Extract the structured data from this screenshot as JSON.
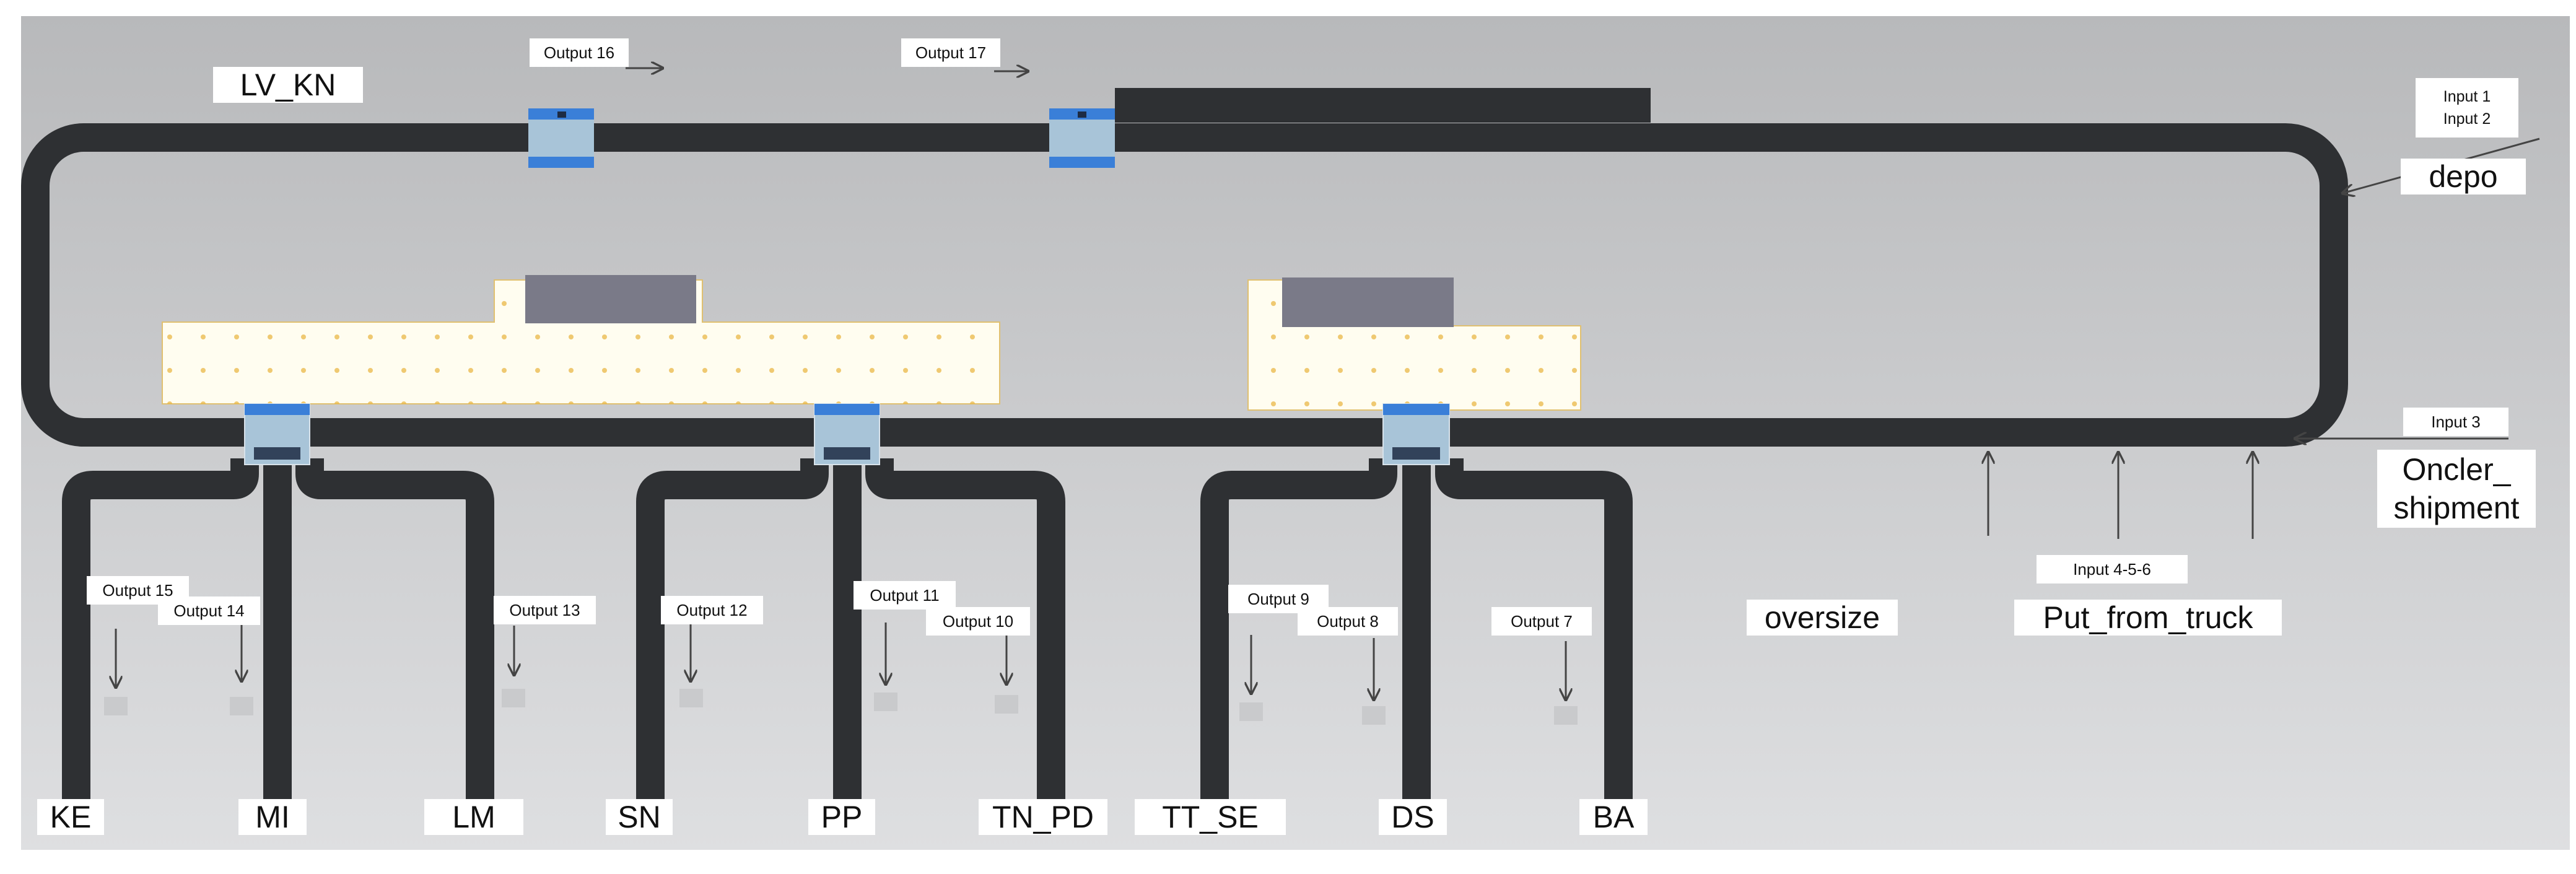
{
  "labels": {
    "lv_kn": "LV_KN",
    "depo": "depo",
    "oncler_line1": "Oncler_",
    "oncler_line2": "shipment",
    "oversize": "oversize",
    "put_from_truck": "Put_from_truck",
    "input_1": "Input 1",
    "input_2": "Input 2",
    "input_3": "Input 3",
    "input_456": "Input 4-5-6"
  },
  "outputs": {
    "o7": "Output 7",
    "o8": "Output 8",
    "o9": "Output 9",
    "o10": "Output 10",
    "o11": "Output 11",
    "o12": "Output 12",
    "o13": "Output 13",
    "o14": "Output 14",
    "o15": "Output 15",
    "o16": "Output 16",
    "o17": "Output 17"
  },
  "destinations": {
    "ke": "KE",
    "mi": "MI",
    "lm": "LM",
    "sn": "SN",
    "pp": "PP",
    "tn_pd": "TN_PD",
    "tt_se": "TT_SE",
    "ds": "DS",
    "ba": "BA"
  },
  "colors": {
    "conveyor": "#2e3033",
    "switch_blue": "#3a7fd8",
    "switch_body": "#a8c4d8",
    "station_fill": "#fffdf0",
    "station_dots": "#e8b23a",
    "machine_gray": "#7a7a88",
    "background_top": "#b8b9bb",
    "background_bottom": "#dcdddf"
  }
}
